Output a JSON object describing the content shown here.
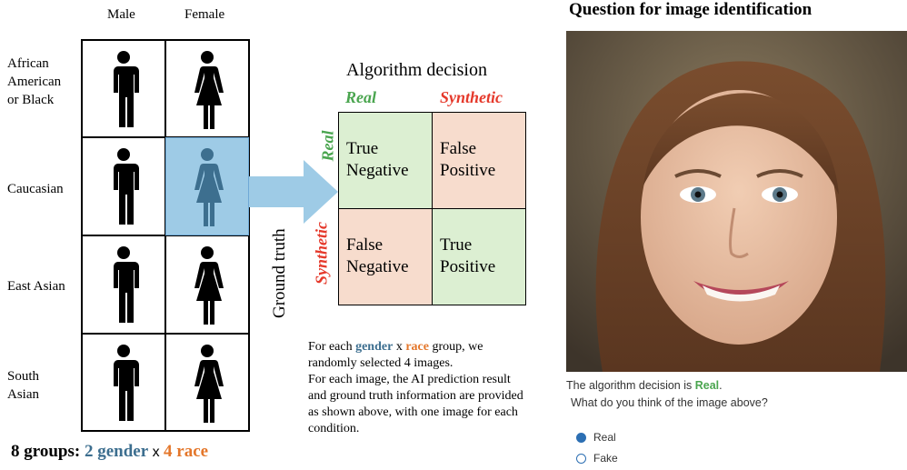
{
  "columns": [
    "Male",
    "Female"
  ],
  "rows": [
    "African American or Black",
    "Caucasian",
    "East Asian",
    "South Asian"
  ],
  "rows_display": [
    [
      "African",
      "American",
      "or Black"
    ],
    [
      "Caucasian"
    ],
    [
      "East Asian"
    ],
    [
      "South",
      "Asian"
    ]
  ],
  "selected_cell": {
    "row": "Caucasian",
    "column": "Female"
  },
  "matrix": {
    "title": "Algorithm decision",
    "col_real": "Real",
    "col_synthetic": "Synthetic",
    "row_real": "Real",
    "row_synthetic": "Synthetic",
    "ground_truth_label": "Ground truth",
    "cells": {
      "tn": [
        "True",
        "Negative"
      ],
      "fp": [
        "False",
        "Positive"
      ],
      "fn": [
        "False",
        "Negative"
      ],
      "tp": [
        "True",
        "Positive"
      ]
    }
  },
  "description": {
    "line1_prefix": "For each ",
    "gender": "gender",
    "x": " x ",
    "race": "race",
    "line1_suffix": " group, we randomly selected 4 images.",
    "line2": "For each image, the AI prediction result and ground truth information are provided as shown above, with one image for each condition."
  },
  "groups_caption": {
    "prefix": "8 groups: ",
    "gender": "2 gender",
    "x": " x ",
    "race": "4 race"
  },
  "survey": {
    "title": "Question for image identification",
    "algorithm_prefix": "The algorithm decision is ",
    "algorithm_value": "Real",
    "algorithm_suffix": ".",
    "question": "What do you think of the image above?",
    "options": [
      "Real",
      "Fake"
    ],
    "selected_option": "Real"
  },
  "colors": {
    "real_green": "#4aa54f",
    "synthetic_red": "#e5392b",
    "gender_blue": "#3c6e8f",
    "race_orange": "#e4772b",
    "highlight_blue": "#9ecbe6",
    "cell_green": "#dcefd2",
    "cell_pink": "#f7dccd",
    "radio_blue": "#2c6fb3"
  }
}
